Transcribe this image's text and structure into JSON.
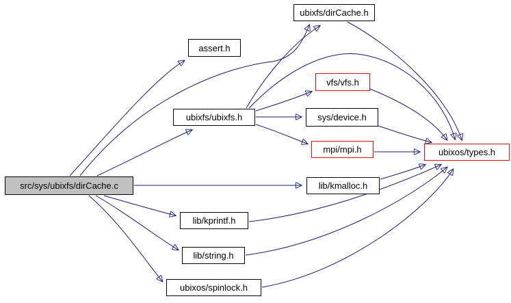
{
  "background": "#ffffff",
  "colors": {
    "edge": "#191970",
    "node_border": "#000000",
    "highlight_border": "#ff0000",
    "focus_node_fill": "#c0c0c0",
    "node_fill": "#ffffff",
    "text": "#000000"
  },
  "nodes": [
    {
      "label": "src/sys/ubixfs/dirCache.c",
      "style": "main"
    },
    {
      "label": "assert.h",
      "style": "normal"
    },
    {
      "label": "ubixfs/dirCache.h",
      "style": "normal"
    },
    {
      "label": "ubixfs/ubixfs.h",
      "style": "normal"
    },
    {
      "label": "vfs/vfs.h",
      "style": "red"
    },
    {
      "label": "sys/device.h",
      "style": "normal"
    },
    {
      "label": "mpi/mpi.h",
      "style": "red"
    },
    {
      "label": "ubixos/types.h",
      "style": "red"
    },
    {
      "label": "lib/kmalloc.h",
      "style": "normal"
    },
    {
      "label": "lib/kprintf.h",
      "style": "normal"
    },
    {
      "label": "lib/string.h",
      "style": "normal"
    },
    {
      "label": "ubixos/spinlock.h",
      "style": "normal"
    }
  ],
  "edges": [
    {
      "from": "src/sys/ubixfs/dirCache.c",
      "to": "assert.h"
    },
    {
      "from": "src/sys/ubixfs/dirCache.c",
      "to": "ubixfs/dirCache.h"
    },
    {
      "from": "src/sys/ubixfs/dirCache.c",
      "to": "ubixfs/ubixfs.h"
    },
    {
      "from": "src/sys/ubixfs/dirCache.c",
      "to": "lib/kmalloc.h"
    },
    {
      "from": "src/sys/ubixfs/dirCache.c",
      "to": "lib/kprintf.h"
    },
    {
      "from": "src/sys/ubixfs/dirCache.c",
      "to": "lib/string.h"
    },
    {
      "from": "src/sys/ubixfs/dirCache.c",
      "to": "ubixos/spinlock.h"
    },
    {
      "from": "ubixfs/ubixfs.h",
      "to": "ubixfs/dirCache.h"
    },
    {
      "from": "ubixfs/ubixfs.h",
      "to": "vfs/vfs.h"
    },
    {
      "from": "ubixfs/ubixfs.h",
      "to": "sys/device.h"
    },
    {
      "from": "ubixfs/ubixfs.h",
      "to": "mpi/mpi.h"
    },
    {
      "from": "ubixfs/ubixfs.h",
      "to": "ubixos/types.h"
    },
    {
      "from": "ubixfs/dirCache.h",
      "to": "ubixos/types.h"
    },
    {
      "from": "vfs/vfs.h",
      "to": "ubixos/types.h"
    },
    {
      "from": "sys/device.h",
      "to": "ubixos/types.h"
    },
    {
      "from": "mpi/mpi.h",
      "to": "ubixos/types.h"
    },
    {
      "from": "lib/kmalloc.h",
      "to": "ubixos/types.h"
    },
    {
      "from": "lib/kprintf.h",
      "to": "ubixos/types.h"
    },
    {
      "from": "lib/string.h",
      "to": "ubixos/types.h"
    },
    {
      "from": "ubixos/spinlock.h",
      "to": "ubixos/types.h"
    }
  ]
}
